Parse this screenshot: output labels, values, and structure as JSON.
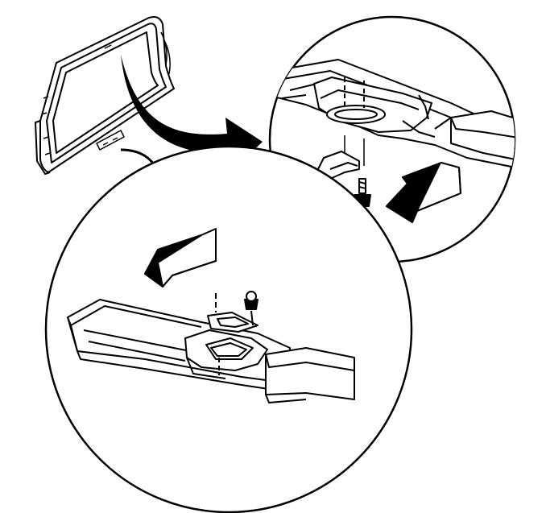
{
  "diagram": {
    "stroke_color": "#000000",
    "fill_color": "#ffffff",
    "callouts": [
      {
        "name": "upper-detail",
        "icon": "bracket-bolt-detail"
      },
      {
        "name": "lower-detail",
        "icon": "bracket-bolt-detail"
      }
    ]
  }
}
